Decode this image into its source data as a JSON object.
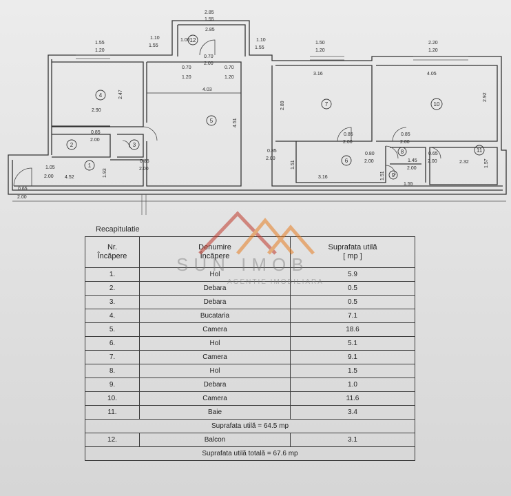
{
  "plan": {
    "dims": {
      "balcony_top_ext": "2.85",
      "balcony_top_ext2": "1.55",
      "balcony_inner": "2.85",
      "balcony_side": "1.00",
      "r4_win_a": "1.55",
      "r4_win_b": "1.20",
      "bal_l_a": "1.10",
      "bal_l_b": "1.55",
      "bal_r_a": "1.10",
      "bal_r_b": "1.55",
      "r7_win_a": "1.50",
      "r7_win_b": "1.20",
      "r10_win_a": "2.20",
      "r10_win_b": "1.20",
      "door12_a": "0.70",
      "door12_b": "2.00",
      "door5l_a": "0.70",
      "door5l_b": "1.20",
      "door5r_a": "0.70",
      "door5r_b": "1.20",
      "r5_w": "4.03",
      "r5_h": "4.51",
      "r4_h": "2.47",
      "r4_w": "2.90",
      "r7_w": "3.16",
      "r7_h": "2.89",
      "r10_w": "4.05",
      "r10_h": "2.92",
      "d2_a": "0.85",
      "d2_b": "2.00",
      "d5b_a": "0.85",
      "d5b_b": "2.00",
      "d1_a": "1.05",
      "d1_b": "2.00",
      "r1_w": "4.52",
      "r1_h": "1.93",
      "dent_a": "0.65",
      "dent_b": "2.00",
      "d6l_a": "0.85",
      "d6l_b": "2.00",
      "r6_h": "1.51",
      "d7_a": "0.85",
      "d7_b": "2.00",
      "d6r_a": "0.80",
      "d6r_b": "2.00",
      "r6_w": "3.16",
      "d10_a": "0.85",
      "d10_b": "2.00",
      "d11_a": "0.65",
      "d11_b": "2.00",
      "d8_a": "1.45",
      "d8_b": "2.00",
      "r11_w": "2.32",
      "r11_h": "1.57",
      "r9_h": "1.51",
      "r9_w": "1.55"
    },
    "room_numbers": [
      "1",
      "2",
      "3",
      "4",
      "5",
      "6",
      "7",
      "8",
      "9",
      "10",
      "11",
      "12"
    ]
  },
  "recap": {
    "title": "Recapitulatie",
    "headers": {
      "nr": "Nr.\nÎncăpere",
      "name": "Denumire\nÎncăpere",
      "area": "Suprafata utilă\n[ mp ]"
    },
    "rows": [
      {
        "nr": "1.",
        "name": "Hol",
        "area": "5.9"
      },
      {
        "nr": "2.",
        "name": "Debara",
        "area": "0.5"
      },
      {
        "nr": "3.",
        "name": "Debara",
        "area": "0.5"
      },
      {
        "nr": "4.",
        "name": "Bucataria",
        "area": "7.1"
      },
      {
        "nr": "5.",
        "name": "Camera",
        "area": "18.6"
      },
      {
        "nr": "6.",
        "name": "Hol",
        "area": "5.1"
      },
      {
        "nr": "7.",
        "name": "Camera",
        "area": "9.1"
      },
      {
        "nr": "8.",
        "name": "Hol",
        "area": "1.5"
      },
      {
        "nr": "9.",
        "name": "Debara",
        "area": "1.0"
      },
      {
        "nr": "10.",
        "name": "Camera",
        "area": "11.6"
      },
      {
        "nr": "11.",
        "name": "Baie",
        "area": "3.4"
      }
    ],
    "subtotal": "Suprafata utilă = 64.5 mp",
    "balcony": {
      "nr": "12.",
      "name": "Balcon",
      "area": "3.1"
    },
    "total": "Suprafata utilă totală = 67.6 mp"
  },
  "watermark": {
    "name": "SUN IMOB",
    "sub": "AGENTIE IMOBILIARA"
  }
}
